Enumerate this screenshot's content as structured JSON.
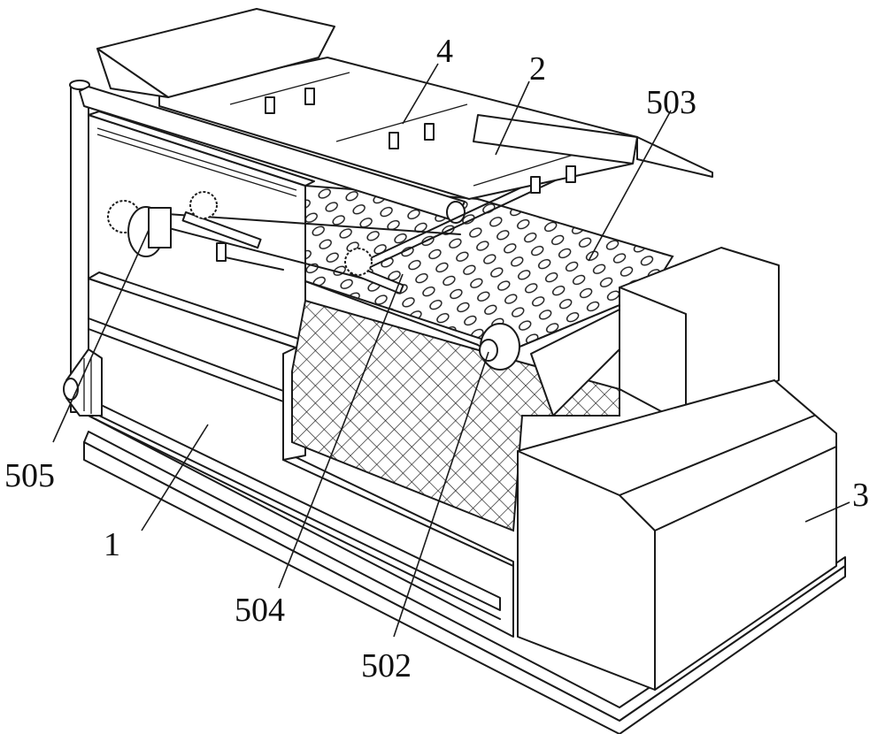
{
  "diagram": {
    "labels": [
      {
        "id": "label-4",
        "text": "4"
      },
      {
        "id": "label-2",
        "text": "2"
      },
      {
        "id": "label-503",
        "text": "503"
      },
      {
        "id": "label-505",
        "text": "505"
      },
      {
        "id": "label-1",
        "text": "1"
      },
      {
        "id": "label-3",
        "text": "3"
      },
      {
        "id": "label-504",
        "text": "504"
      },
      {
        "id": "label-502",
        "text": "502"
      }
    ],
    "components": [
      {
        "id": "frame-body",
        "label_ref": "1"
      },
      {
        "id": "feed-hopper-assembly",
        "label_ref": "2"
      },
      {
        "id": "drive-housing",
        "label_ref": "3"
      },
      {
        "id": "spray-bar-assembly",
        "label_ref": "4"
      },
      {
        "id": "drive-roller",
        "label_ref": "502"
      },
      {
        "id": "perforated-belt",
        "label_ref": "503"
      },
      {
        "id": "gear-rack-shaft",
        "label_ref": "504"
      },
      {
        "id": "gear-motor",
        "label_ref": "505"
      }
    ]
  }
}
